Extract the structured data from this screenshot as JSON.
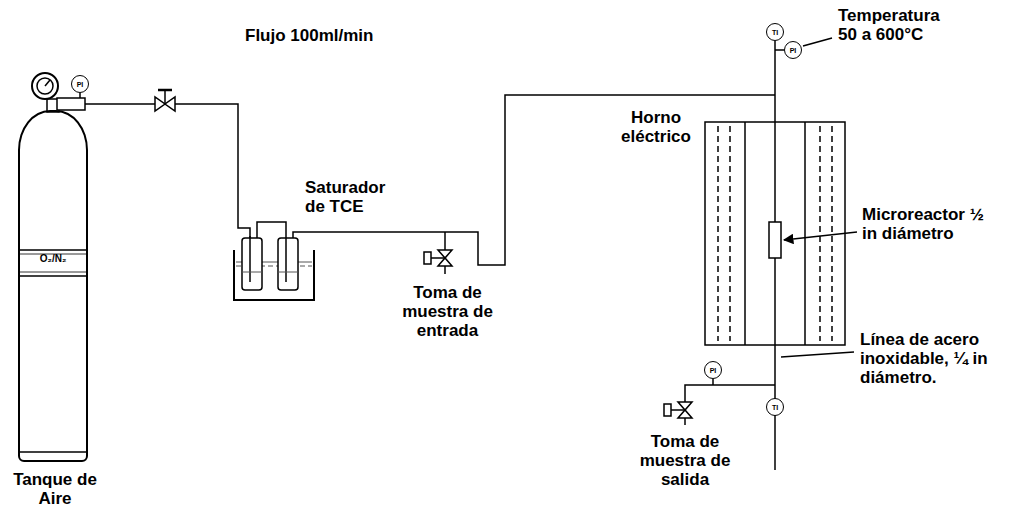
{
  "diagram": {
    "nodes": [
      {
        "text": [
          "O₂/N₂",
          "Tanque de Aire"
        ]
      },
      {
        "text": [
          "PI"
        ]
      },
      {
        "text": [
          "TI"
        ]
      },
      {
        "text": [
          "PI"
        ]
      },
      {
        "text": [
          "PI"
        ]
      },
      {
        "text": [
          "TI"
        ]
      }
    ],
    "labels": [
      "Flujo 100ml/min",
      "Saturador de TCE",
      "Toma de muestra de entrada",
      "Horno eléctrico",
      "Temperatura 50 a 600°C",
      "Microreactor ½ in diámetro",
      "Línea de acero inoxidable, ¼ in diámetro.",
      "Toma de muestra de salida"
    ]
  }
}
